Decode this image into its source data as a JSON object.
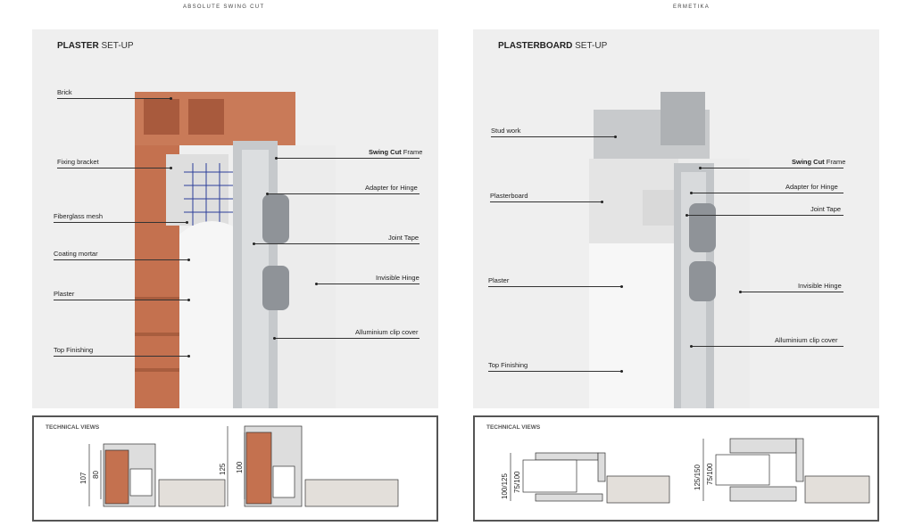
{
  "header": {
    "left": "ABSOLUTE SWING CUT",
    "right": "ERMETIKA"
  },
  "left_panel": {
    "title_bold": "PLASTER",
    "title_rest": " SET-UP",
    "labels_left": [
      "Brick",
      "Fixing bracket",
      "Fiberglass mesh",
      "Coating mortar",
      "Plaster",
      "Top Finishing"
    ],
    "frame_bold": "Swing Cut",
    "frame_rest": " Frame",
    "labels_right": [
      "Adapter for Hinge",
      "Joint Tape",
      "Invisible Hinge",
      "Alluminium clip cover"
    ]
  },
  "right_panel": {
    "title_bold": "PLASTERBOARD",
    "title_rest": " SET-UP",
    "labels_left": [
      "Stud work",
      "Plasterboard",
      "Plaster",
      "Top Finishing"
    ],
    "frame_bold": "Swing Cut",
    "frame_rest": " Frame",
    "labels_right": [
      "Adapter for Hinge",
      "Joint Tape",
      "Invisible Hinge",
      "Alluminium clip cover"
    ]
  },
  "tech_left": {
    "title": "TECHNICAL VIEWS",
    "dims": [
      "107",
      "80",
      "125",
      "100"
    ]
  },
  "tech_right": {
    "title": "TECHNICAL VIEWS",
    "dims": [
      "100/125",
      "75/100",
      "125/150",
      "75/100"
    ]
  },
  "colors": {
    "brick": "#c4714f",
    "panel": "#efefef",
    "frame": "#b9bcbf",
    "border": "#555555"
  }
}
